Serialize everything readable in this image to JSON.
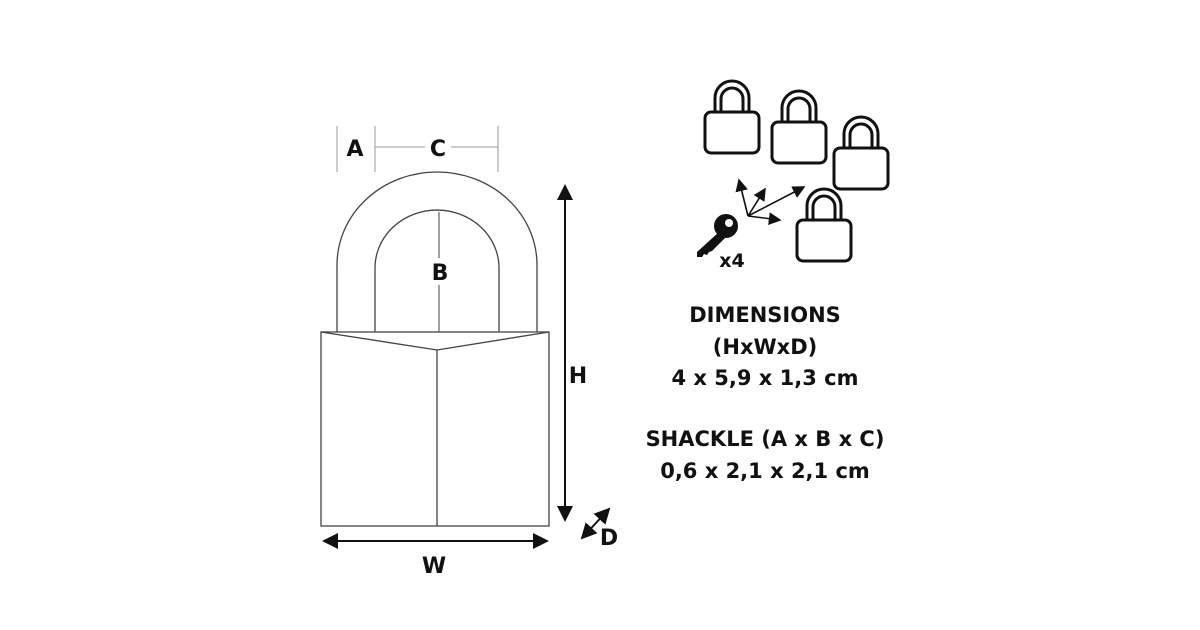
{
  "labels": {
    "a": "A",
    "b": "B",
    "c": "C",
    "h": "H",
    "w": "W",
    "d": "D"
  },
  "keys": {
    "count": "x4"
  },
  "dimensions": {
    "title": "DIMENSIONS",
    "subtitle": "(HxWxD)",
    "value": "4 x 5,9 x 1,3 cm"
  },
  "shackle": {
    "title": "SHACKLE (A x B x C)",
    "value": "0,6 x 2,1 x 2,1 cm"
  }
}
